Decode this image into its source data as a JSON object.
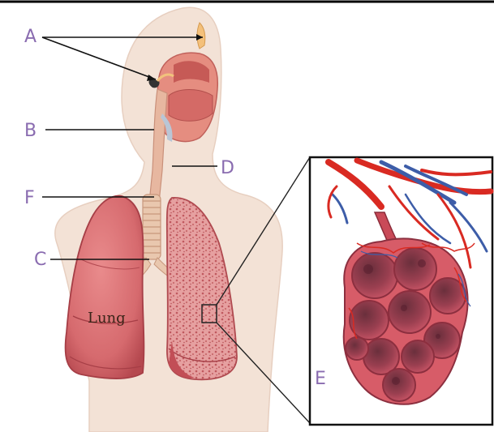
{
  "diagram": {
    "labels": {
      "A": "A",
      "B": "B",
      "C": "C",
      "D": "D",
      "E": "E",
      "F": "F"
    },
    "lung_label": "Lung"
  },
  "colors": {
    "label": "#8a6cb0",
    "skin": "#f3e2d6",
    "lung": "#d96f72",
    "lung_dark": "#b84a52",
    "trachea": "#e7c2a8",
    "artery": "#d92a22",
    "vein": "#3d5da8",
    "alveolus": "#e8737a"
  }
}
